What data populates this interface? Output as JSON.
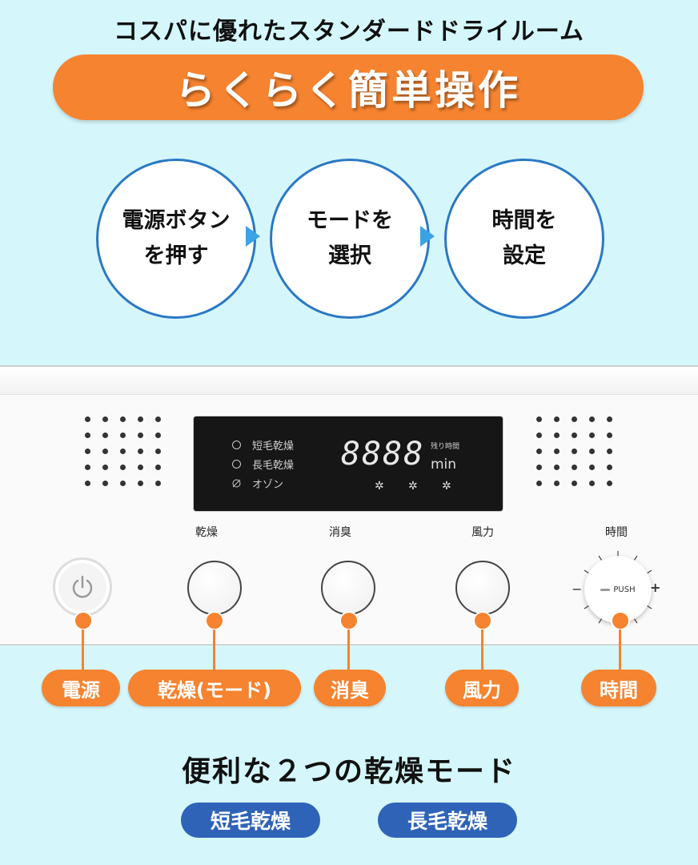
{
  "headline": "コスパに優れたスタンダードドライルーム",
  "banner": "らくらく簡単操作",
  "steps": [
    "電源ボタン\nを押す",
    "モードを\n選択",
    "時間を\n設定"
  ],
  "panel": {
    "display": {
      "modes": [
        "短毛乾燥",
        "長毛乾燥",
        "オゾン"
      ],
      "digits": "8888",
      "remaining_label": "残り時間",
      "unit": "min"
    },
    "buttons": {
      "dry": "乾燥",
      "deodorize": "消臭",
      "airflow": "風力",
      "time": "時間"
    },
    "dial": {
      "push": "PUSH",
      "minus": "−",
      "plus": "+"
    }
  },
  "callouts": [
    "電源",
    "乾燥(モード)",
    "消臭",
    "風力",
    "時間"
  ],
  "subhead": "便利な２つの乾燥モード",
  "mode_pills": [
    "短毛乾燥",
    "長毛乾燥"
  ],
  "colors": {
    "background": "#d5f7fb",
    "accent_orange": "#f6832f",
    "accent_blue": "#2e63b8",
    "circle_border": "#2b78c5"
  }
}
